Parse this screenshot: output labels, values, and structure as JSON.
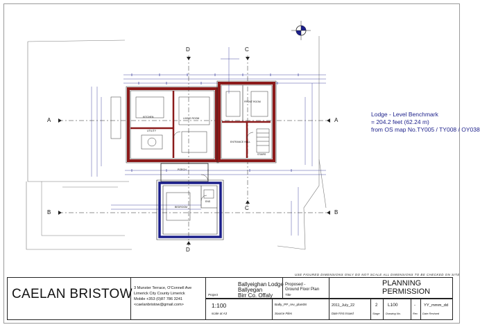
{
  "notes": {
    "dimension_note": "USE FIGURED DIMENSIONS ONLY   DO NOT SCALE   ALL DIMENSIONS TO BE CHECKED ON SITE"
  },
  "benchmark": {
    "line1": "Lodge - Level Benchmark",
    "line2": "= 204.2 feet (62.24 m)",
    "line3": "from OS map No.TY005 / TY008 / OY038"
  },
  "section_markers": {
    "a": "A",
    "b": "B",
    "c": "C",
    "d": "D"
  },
  "room_labels": {
    "kitchen": "KITCHEN",
    "living": "LIVING ROOM",
    "front_room": "FRONT ROOM",
    "entrance": "ENTRANCE HALL",
    "porch": "PORCH",
    "bedroom": "BEDROOM",
    "ensuite": "ENS",
    "utility": "UTILITY",
    "stairs": "STAIRS"
  },
  "title_block": {
    "architect": "CAELAN BRISTOW",
    "address_1": "3 Munster Terrace, O'Connell Ave",
    "address_2": "Limerick City       County Limerick",
    "mobile": "Mobile    +353 (0)87 786 3241",
    "email": "<caelanbristow@gmail.com>",
    "project_label": "Project",
    "project_name_1": "Ballyeighan Lodge",
    "project_name_2": "Ballyegan",
    "project_name_3": "Birr Co. Offaly",
    "drawing_title_1": "Proposed -",
    "drawing_title_2": "Ground Floor Plan",
    "title_label": "Title",
    "status_1": "PLANNING",
    "status_2": "PERMISSION",
    "scale": "1:100",
    "scale_label": "scale at A3",
    "source_file": "Bally_PP_rev_plan08",
    "source_label": "Source Files",
    "date_issued": "2011_July_22",
    "date_label": "Date First Issued",
    "stage": "2",
    "stage_label": "Stage",
    "drawing_no": "L100",
    "drawing_label": "Drawing No.",
    "rev": "-",
    "rev_label": "Rev",
    "date_revised": "YY_mmm_dd",
    "date_revised_label": "Date Revised"
  }
}
